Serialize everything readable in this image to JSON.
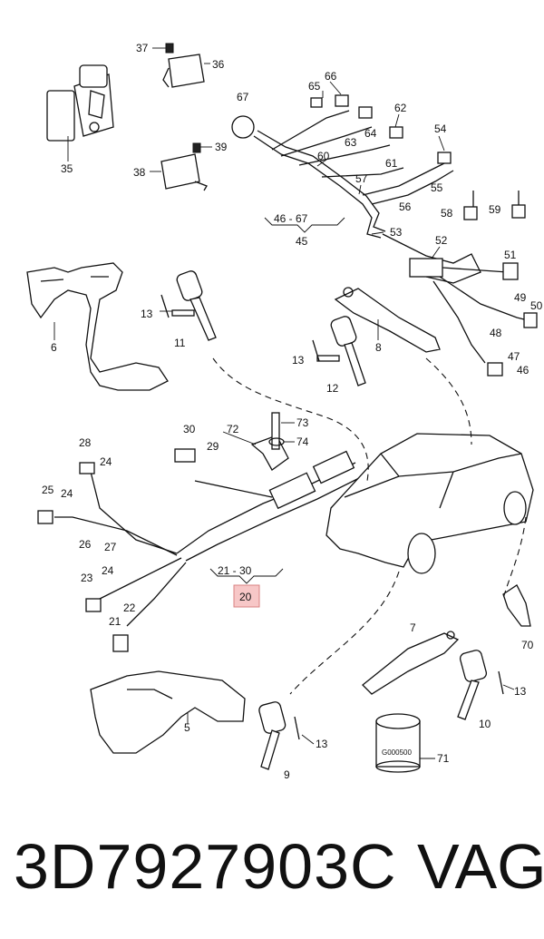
{
  "callouts": {
    "c37": "37",
    "c36": "36",
    "c35": "35",
    "c39": "39",
    "c38": "38",
    "c67": "67",
    "c65": "65",
    "c66": "66",
    "c62": "62",
    "c64": "64",
    "c63": "63",
    "c61": "61",
    "c54": "54",
    "c55": "55",
    "c60": "60",
    "c57": "57",
    "c56": "56",
    "c58": "58",
    "c59": "59",
    "c46_67": "46 - 67",
    "c45": "45",
    "c53": "53",
    "c52": "52",
    "c51": "51",
    "c49": "49",
    "c50": "50",
    "c48": "48",
    "c47": "47",
    "c46": "46",
    "c6": "6",
    "c13a": "13",
    "c11": "11",
    "c8": "8",
    "c13b": "13",
    "c12": "12",
    "c30": "30",
    "c72": "72",
    "c73": "73",
    "c74": "74",
    "c29": "29",
    "c28": "28",
    "c24a": "24",
    "c25": "25",
    "c24b": "24",
    "c26": "26",
    "c27": "27",
    "c23": "23",
    "c24c": "24",
    "c22": "22",
    "c21": "21",
    "c21_30": "21 - 30",
    "c20": "20",
    "c7": "7",
    "c70": "70",
    "c13c": "13",
    "c10": "10",
    "c5": "5",
    "c13d": "13",
    "c9": "9",
    "c71": "71"
  },
  "can_label": "G000500",
  "footer": {
    "part_number": "3D7927903C",
    "brand": "VAG"
  }
}
